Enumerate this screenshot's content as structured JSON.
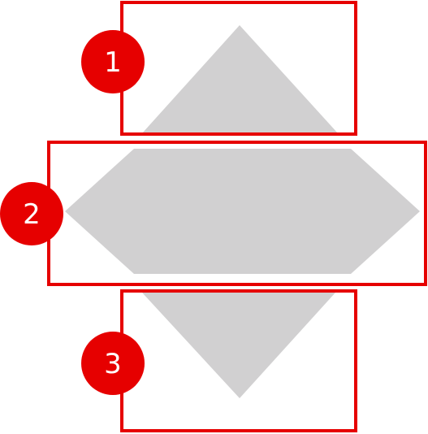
{
  "colors": {
    "shape_fill": "#d1d0d1",
    "frame_stroke": "#e60000",
    "badge_fill": "#e60000",
    "badge_text": "#ffffff",
    "background": "#ffffff"
  },
  "sections": [
    {
      "label": "1"
    },
    {
      "label": "2"
    },
    {
      "label": "3"
    }
  ]
}
